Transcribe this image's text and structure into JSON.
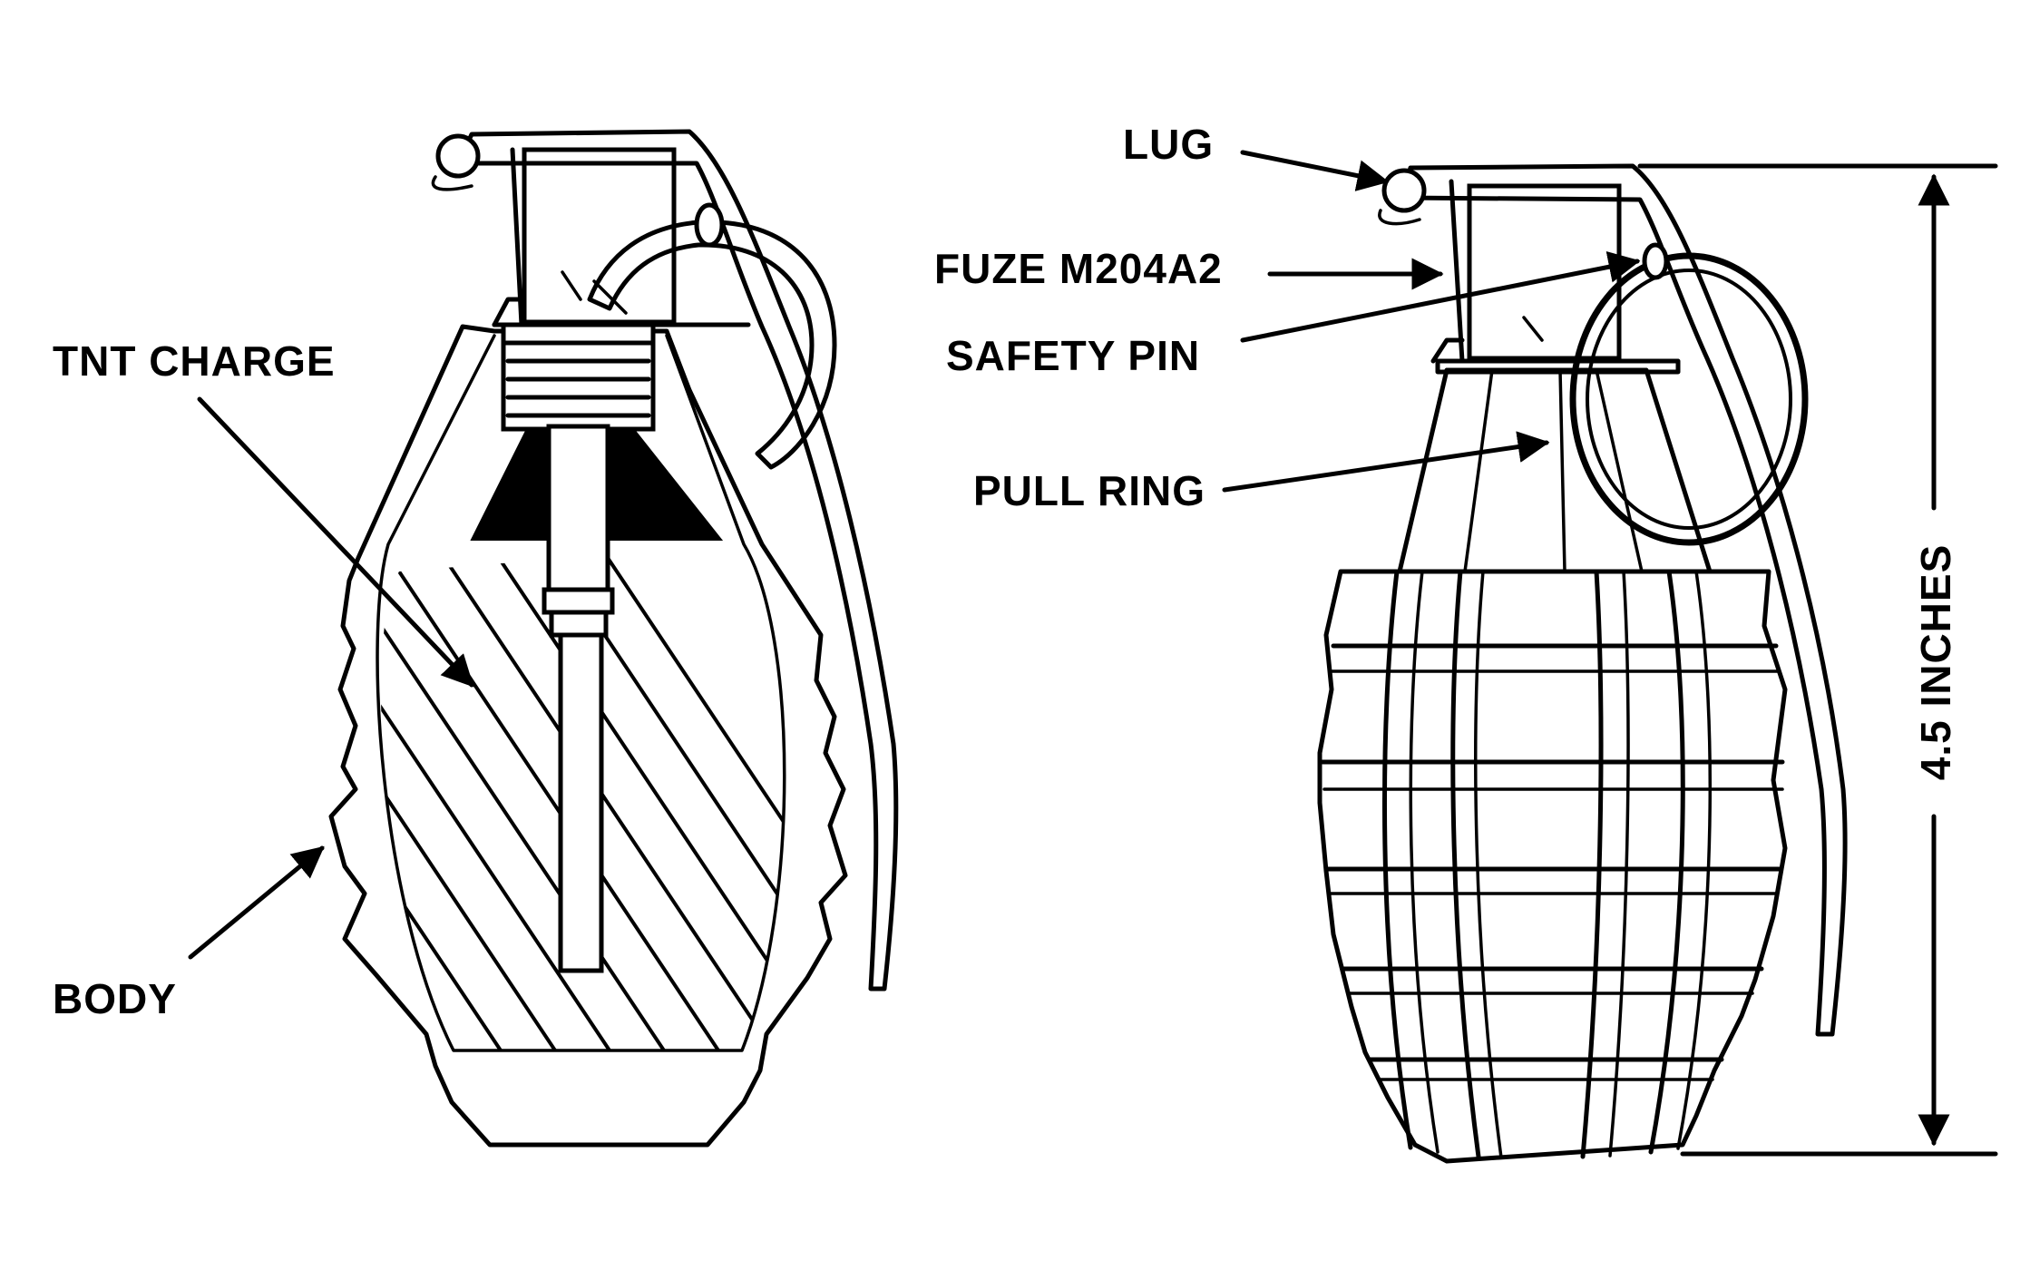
{
  "diagram": {
    "labels": {
      "tnt_charge": "TNT CHARGE",
      "body": "BODY",
      "lug": "LUG",
      "fuze": "FUZE M204A2",
      "safety_pin": "SAFETY PIN",
      "pull_ring": "PULL RING",
      "height": "4.5 INCHES"
    },
    "colors": {
      "ink": "#000000",
      "paper": "#ffffff"
    }
  }
}
